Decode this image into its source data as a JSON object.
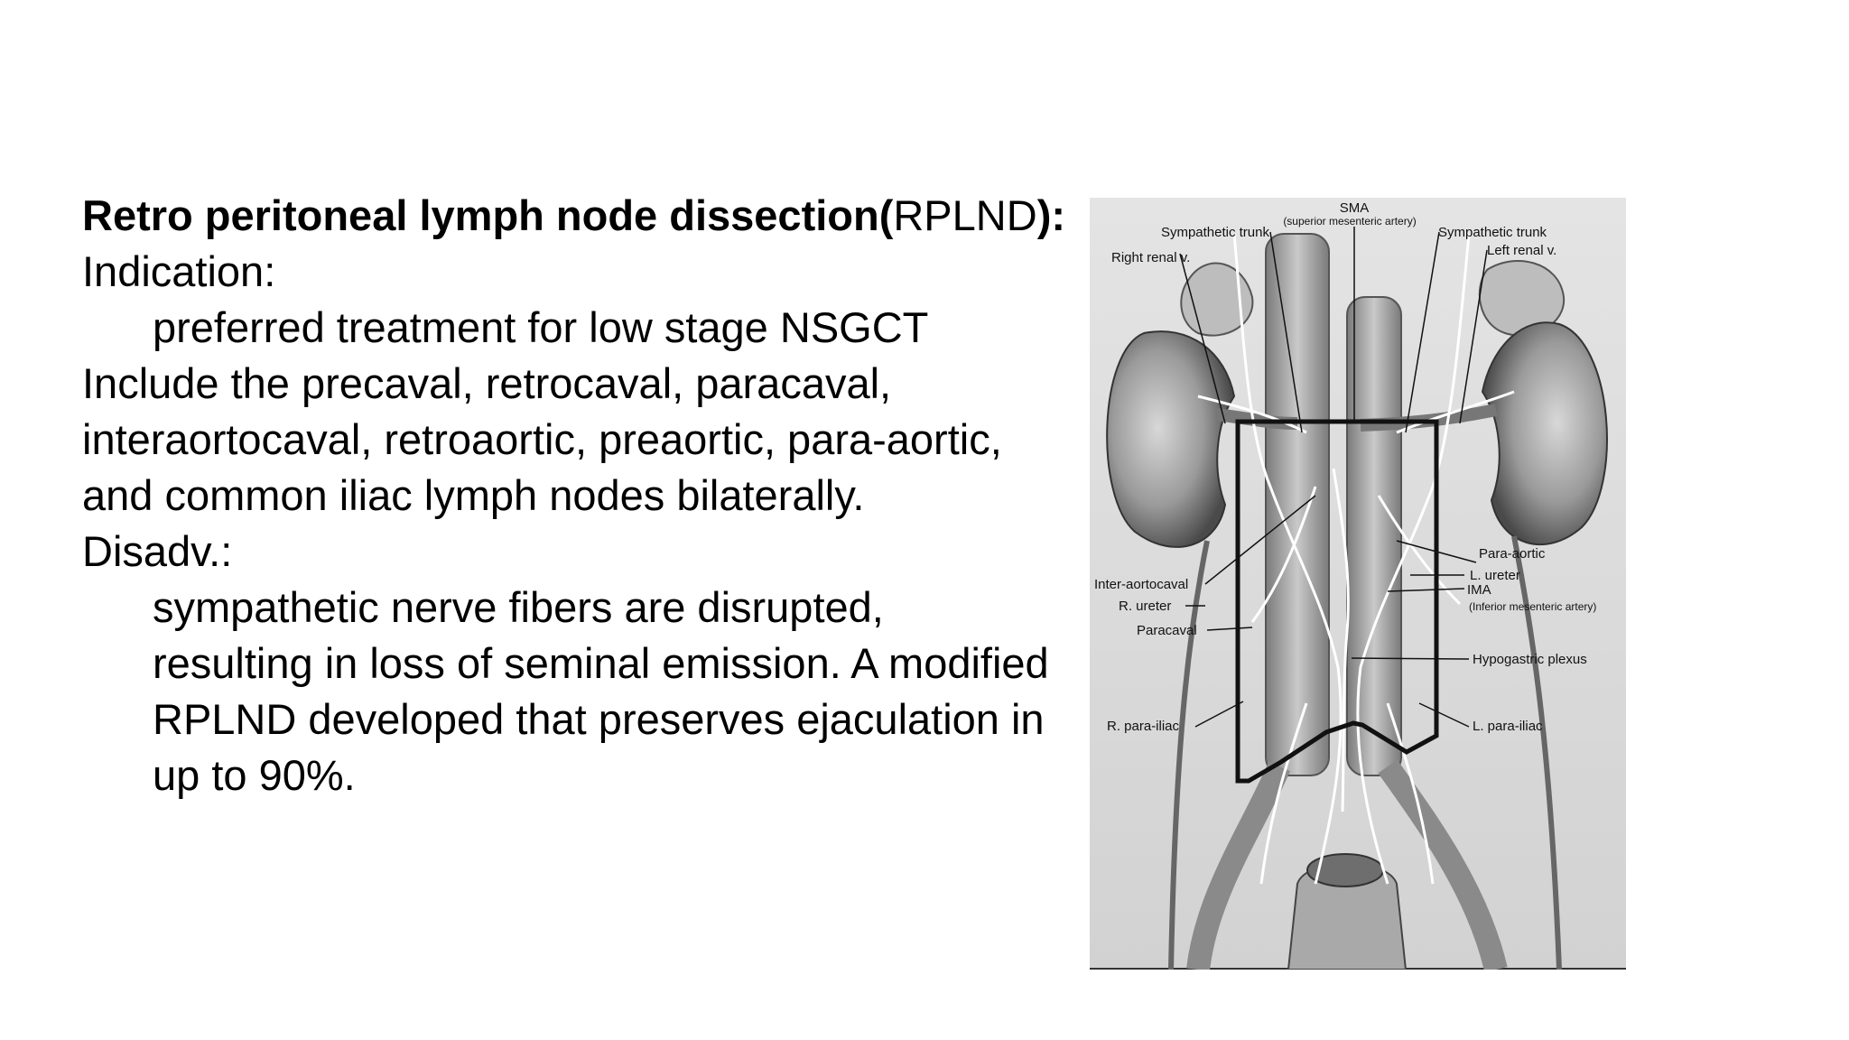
{
  "slide": {
    "heading": {
      "bold_part": "Retro peritoneal lymph node dissection(",
      "abbr": "RPLND",
      "bold_end": "):"
    },
    "indication_label": "Indication:",
    "indication_text": "preferred treatment for low stage NSGCT",
    "include_lines": [
      "Include the precaval, retrocaval, paracaval,",
      "interaortocaval, retroaortic, preaortic, para-aortic,",
      "and common iliac lymph nodes bilaterally."
    ],
    "disadv_label": "Disadv.:",
    "disadv_lines": [
      "sympathetic nerve fibers are disrupted,",
      "resulting in loss of seminal emission. A modified",
      "RPLND developed that preserves ejaculation in",
      "up to 90%."
    ]
  },
  "figure": {
    "labels": {
      "sma": "SMA",
      "sma_full": "(superior mesenteric artery)",
      "sympathetic_trunk_left": "Sympathetic trunk",
      "sympathetic_trunk_right": "Sympathetic trunk",
      "right_renal_v": "Right renal v.",
      "left_renal_v": "Left renal v.",
      "para_aortic": "Para-aortic",
      "l_ureter": "L. ureter",
      "ima": "IMA",
      "ima_full": "(Inferior mesenteric artery)",
      "inter_aortocaval": "Inter-aortocaval",
      "r_ureter": "R. ureter",
      "paracaval": "Paracaval",
      "hypogastric_plexus": "Hypogastric plexus",
      "r_para_iliac": "R. para-iliac",
      "l_para_iliac": "L. para-iliac"
    }
  }
}
